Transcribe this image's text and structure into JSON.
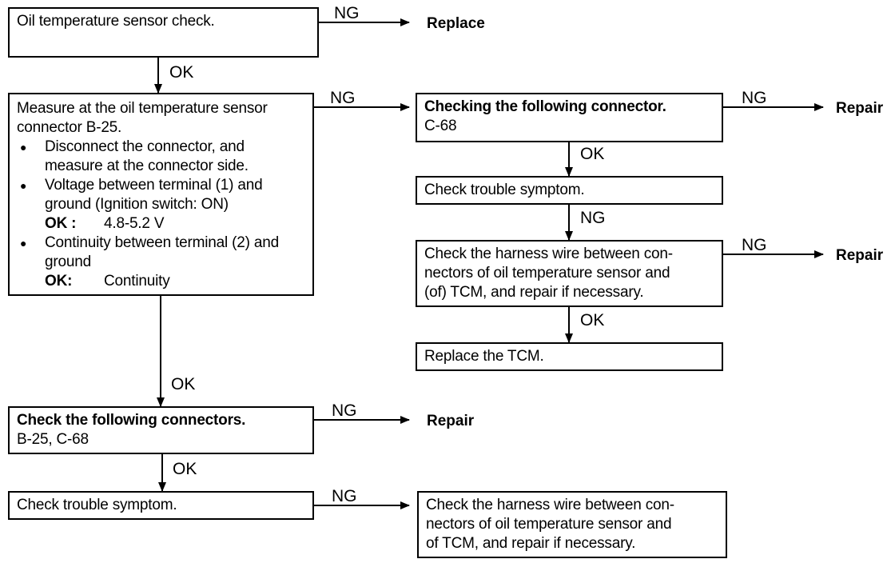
{
  "labels": {
    "ok": "OK",
    "ng": "NG"
  },
  "results": {
    "replace": "Replace",
    "repair": "Repair"
  },
  "boxes": {
    "oil_sensor_check": {
      "text": "Oil temperature sensor check."
    },
    "measure_sensor": {
      "title_line1": "Measure at the oil temperature sensor",
      "title_line2": "connector B-25.",
      "b1_line1": "Disconnect the connector, and",
      "b1_line2": "measure at the connector side.",
      "b2_line1": "Voltage between terminal (1) and",
      "b2_line2": "ground (Ignition switch: ON)",
      "b2_ok_label": "OK :",
      "b2_ok_value": "4.8-5.2 V",
      "b3_line1": "Continuity between terminal (2) and",
      "b3_line2": "ground",
      "b3_ok_label": "OK:",
      "b3_ok_value": "Continuity"
    },
    "check_connector_c68": {
      "title": "Checking the following connector.",
      "sub": "C-68"
    },
    "check_symptom_right": {
      "text": "Check trouble symptom."
    },
    "harness_right": {
      "line1": "Check the harness wire between con-",
      "line2": "nectors of oil temperature sensor and",
      "line3": "(of) TCM, and repair if necessary."
    },
    "replace_tcm": {
      "text": "Replace the TCM."
    },
    "check_connectors_b25_c68": {
      "title": "Check the following connectors.",
      "sub": "B-25, C-68"
    },
    "check_symptom_left": {
      "text": "Check trouble symptom."
    },
    "harness_bottom": {
      "line1": "Check the harness wire between con-",
      "line2": "nectors of oil temperature sensor and",
      "line3": "of TCM, and repair if necessary."
    }
  }
}
